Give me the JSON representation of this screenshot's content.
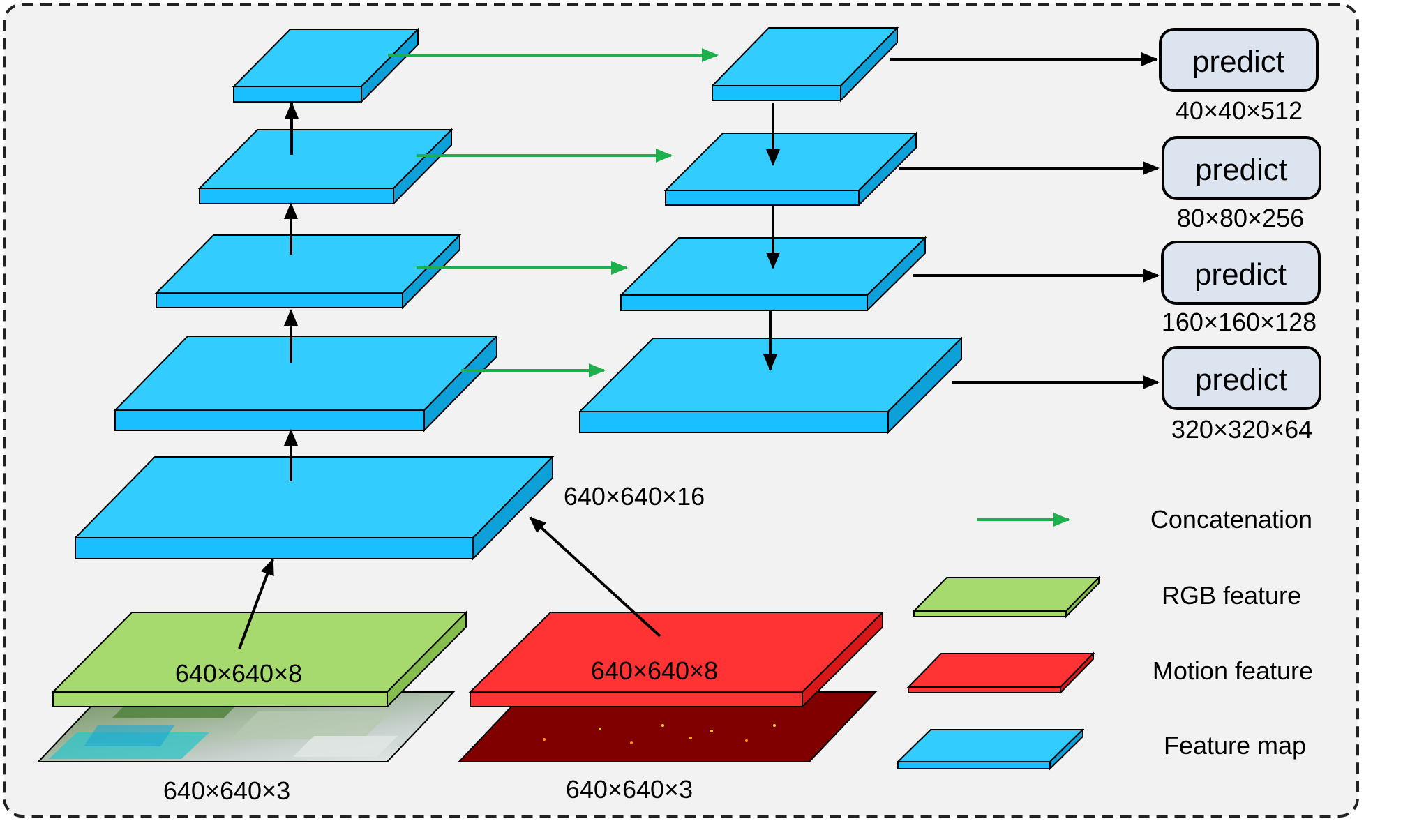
{
  "dims": {
    "rgb_input": "640×640×3",
    "motion_input": "640×640×3",
    "rgb_feature": "640×640×8",
    "motion_feature": "640×640×8",
    "fused_feature": "640×640×16",
    "out_1": "40×40×512",
    "out_2": "80×80×256",
    "out_3": "160×160×128",
    "out_4": "320×320×64"
  },
  "predict_labels": [
    "predict",
    "predict",
    "predict",
    "predict"
  ],
  "legend": {
    "concatenation": "Concatenation",
    "rgb_feature": "RGB feature",
    "motion_feature": "Motion feature",
    "feature_map": "Feature map"
  },
  "colors": {
    "feature_map_top": "#33CCFF",
    "feature_map_front": "#1ABFFF",
    "feature_map_side": "#0EA0D8",
    "rgb_top": "#A6DA6E",
    "rgb_side": "#86BE4E",
    "motion_top": "#FF3333",
    "motion_side": "#D81818",
    "motion_image": "#800000",
    "concat_arrow": "#1DB04C",
    "predict_box": "#DCE4F0",
    "background": "#F2F2F2"
  },
  "icons": {
    "rgb_input_image": "aerial-photo",
    "motion_input_image": "motion-map"
  }
}
